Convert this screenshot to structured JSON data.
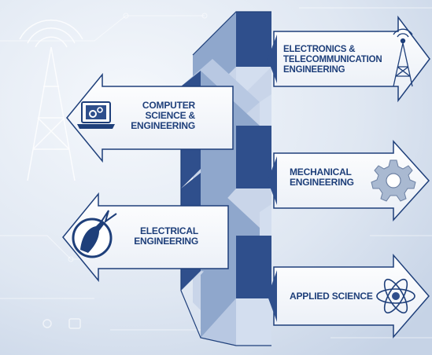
{
  "departments": [
    {
      "lines": [
        "ELECTRONICS &",
        "TELECOMMUNICATION",
        "ENGINEERING"
      ],
      "icon": "radio-tower-icon"
    },
    {
      "lines": [
        "COMPUTER",
        "SCIENCE &",
        "ENGINEERING"
      ],
      "icon": "laptop-gears-icon"
    },
    {
      "lines": [
        "MECHANICAL",
        "ENGINEERING"
      ],
      "icon": "gear-icon"
    },
    {
      "lines": [
        "ELECTRICAL",
        "ENGINEERING"
      ],
      "icon": "lightning-hand-icon"
    },
    {
      "lines": [
        "APPLIED SCIENCE"
      ],
      "icon": "atom-icon"
    }
  ],
  "colors": {
    "background": "#e6ecf5",
    "navy": "#1e3f7a",
    "arrow_fill": "#ffffff",
    "block_dark": "#2f4f8c",
    "block_mid": "#8fa7cc",
    "block_light": "#d3deef"
  }
}
